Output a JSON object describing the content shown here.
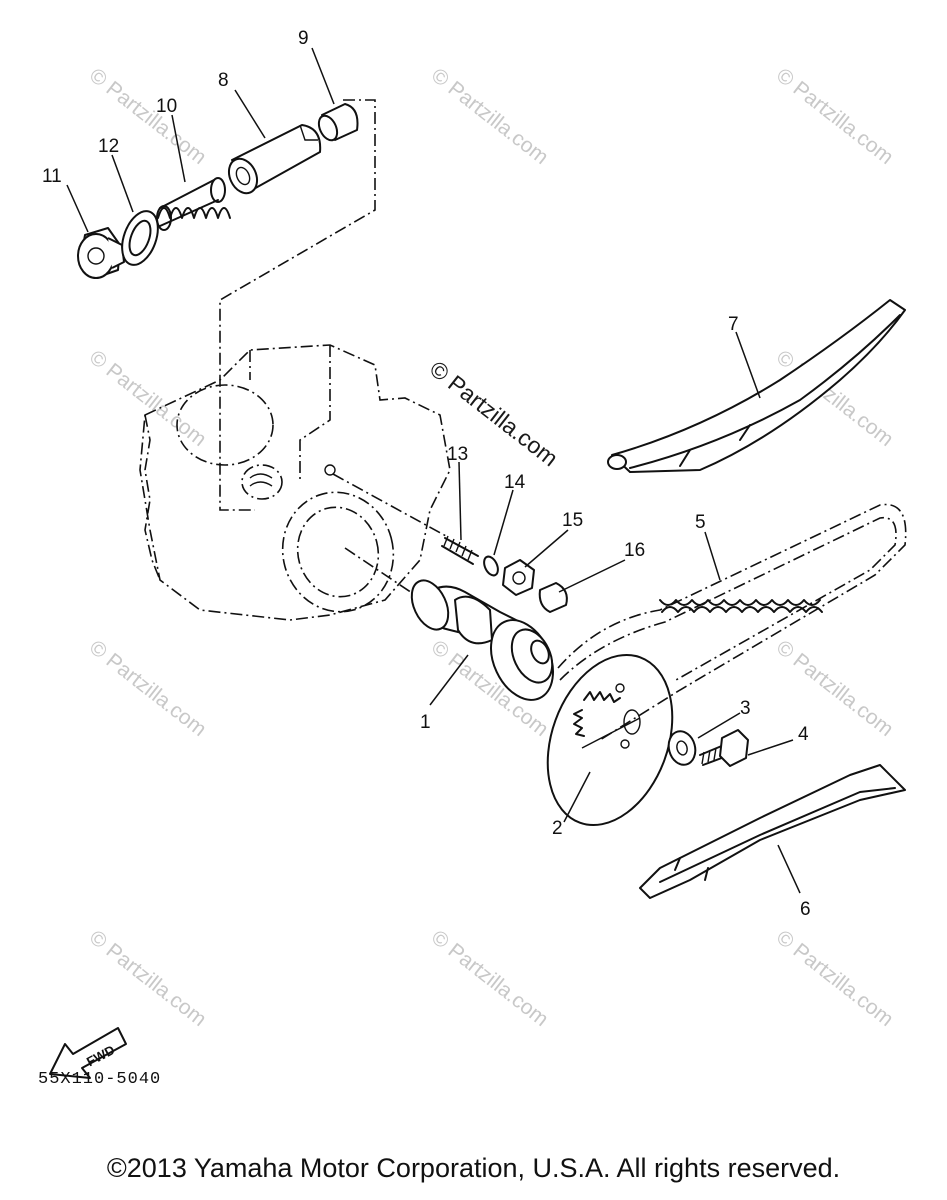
{
  "watermark": {
    "text": "© Partzilla.com"
  },
  "diagram": {
    "drawing_code": "55X110-5040",
    "fwd_label": "FWD",
    "callouts": [
      {
        "id": "1",
        "part": "camshaft"
      },
      {
        "id": "2",
        "part": "cam-sprocket"
      },
      {
        "id": "3",
        "part": "washer"
      },
      {
        "id": "4",
        "part": "bolt"
      },
      {
        "id": "5",
        "part": "cam-chain"
      },
      {
        "id": "6",
        "part": "chain-guide"
      },
      {
        "id": "7",
        "part": "chain-tensioner-guide"
      },
      {
        "id": "8",
        "part": "tensioner-rod"
      },
      {
        "id": "9",
        "part": "rod-tip"
      },
      {
        "id": "10",
        "part": "tensioner-spring"
      },
      {
        "id": "11",
        "part": "tensioner-cap-bolt"
      },
      {
        "id": "12",
        "part": "gasket"
      },
      {
        "id": "13",
        "part": "stud-bolt"
      },
      {
        "id": "14",
        "part": "o-ring"
      },
      {
        "id": "15",
        "part": "nut"
      },
      {
        "id": "16",
        "part": "cap-nut"
      }
    ]
  },
  "footer": {
    "copyright": "©2013 Yamaha Motor Corporation, U.S.A. All rights reserved."
  }
}
